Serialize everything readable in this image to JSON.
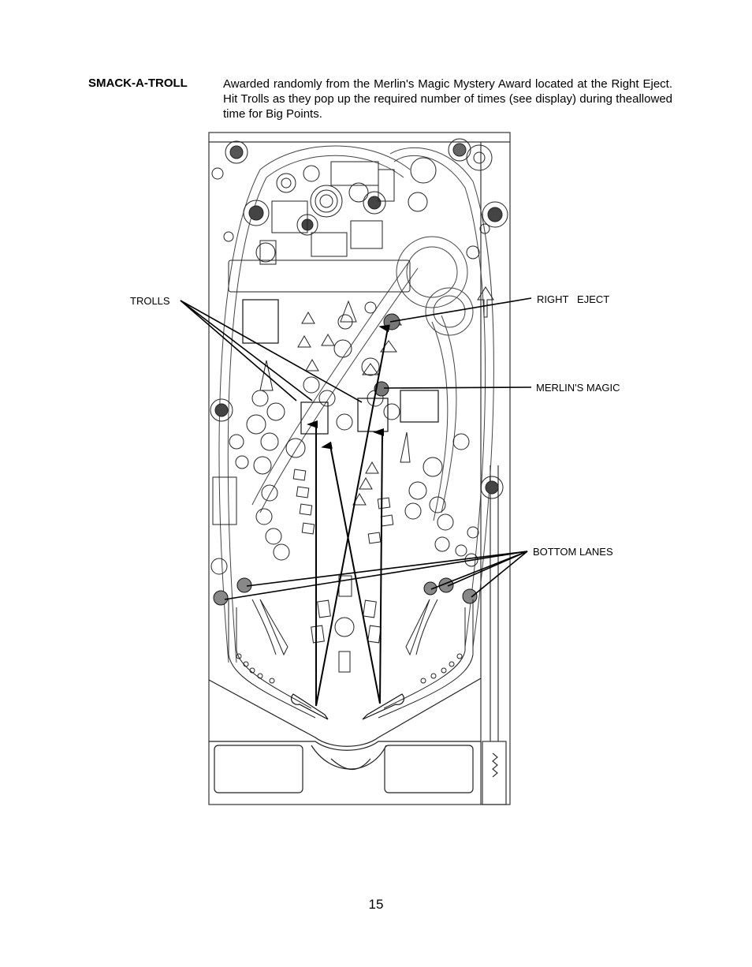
{
  "section": {
    "title": "SMACK-A-TROLL",
    "description": "Awarded randomly from the Merlin's Magic Mystery Award located at the Right Eject. Hit Trolls as they pop up the required number of times (see display) during theallowed time for Big Points."
  },
  "callouts": {
    "trolls": "TROLLS",
    "right_eject": "RIGHT   EJECT",
    "merlins_magic": "MERLIN'S MAGIC",
    "bottom_lanes": "BOTTOM LANES"
  },
  "page_number": "15"
}
